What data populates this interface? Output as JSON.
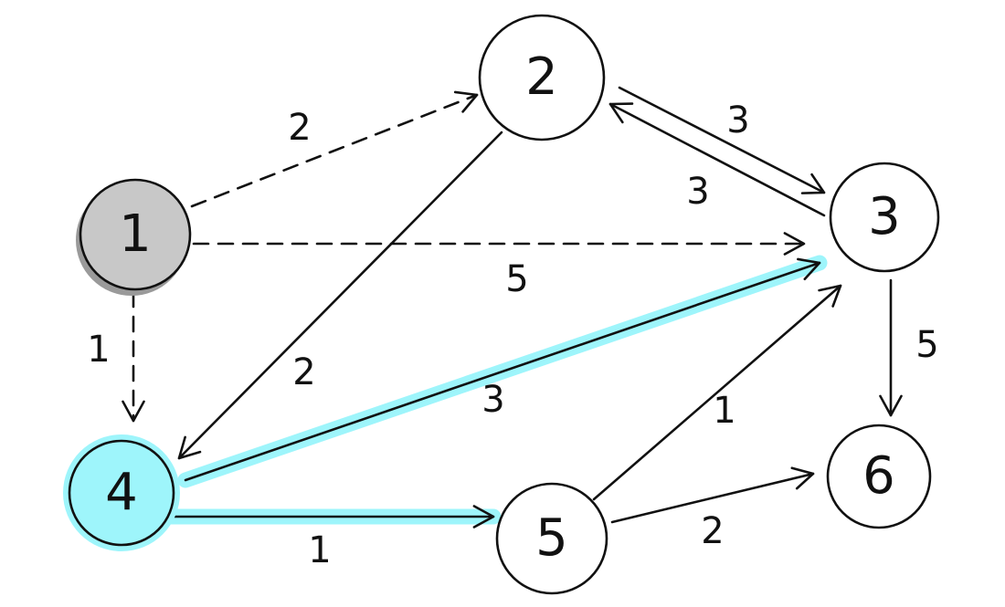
{
  "graph": {
    "highlight_color": "#9ef5fb",
    "source_fill": "#c8c8c8",
    "source_shadow": "#9a9a9a",
    "nodes": [
      {
        "id": "1",
        "label": "1",
        "state": "source"
      },
      {
        "id": "2",
        "label": "2",
        "state": "default"
      },
      {
        "id": "3",
        "label": "3",
        "state": "default"
      },
      {
        "id": "4",
        "label": "4",
        "state": "highlighted"
      },
      {
        "id": "5",
        "label": "5",
        "state": "default"
      },
      {
        "id": "6",
        "label": "6",
        "state": "default"
      }
    ],
    "edges": [
      {
        "from": "1",
        "to": "2",
        "weight": "2",
        "style": "dashed",
        "highlighted": false
      },
      {
        "from": "1",
        "to": "3",
        "weight": "5",
        "style": "dashed",
        "highlighted": false
      },
      {
        "from": "1",
        "to": "4",
        "weight": "1",
        "style": "dashed",
        "highlighted": false
      },
      {
        "from": "2",
        "to": "3",
        "weight": "3",
        "style": "solid",
        "highlighted": false
      },
      {
        "from": "3",
        "to": "2",
        "weight": "3",
        "style": "solid",
        "highlighted": false
      },
      {
        "from": "2",
        "to": "4",
        "weight": "2",
        "style": "solid",
        "highlighted": false
      },
      {
        "from": "4",
        "to": "3",
        "weight": "3",
        "style": "solid",
        "highlighted": true
      },
      {
        "from": "4",
        "to": "5",
        "weight": "1",
        "style": "solid",
        "highlighted": true
      },
      {
        "from": "5",
        "to": "3",
        "weight": "1",
        "style": "solid",
        "highlighted": false
      },
      {
        "from": "5",
        "to": "6",
        "weight": "2",
        "style": "solid",
        "highlighted": false
      },
      {
        "from": "3",
        "to": "6",
        "weight": "5",
        "style": "solid",
        "highlighted": false
      }
    ]
  }
}
